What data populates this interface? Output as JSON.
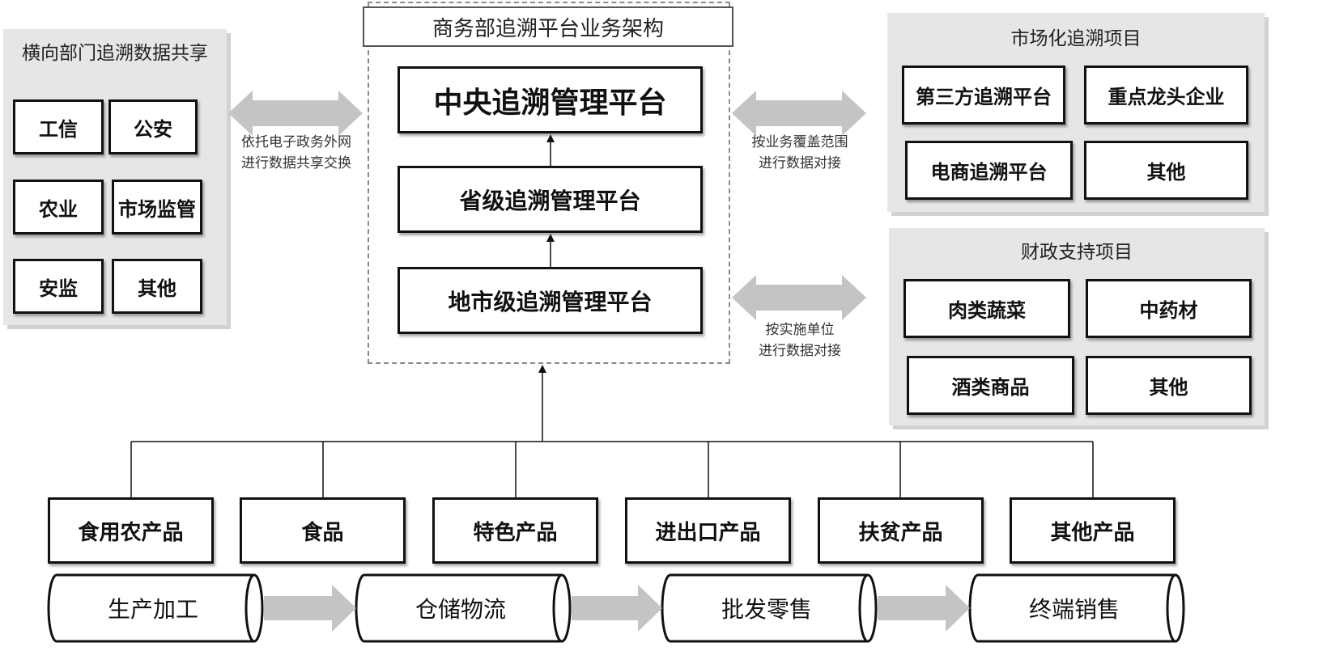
{
  "left_panel": {
    "title": "横向部门追溯数据共享",
    "items": [
      "工信",
      "公安",
      "农业",
      "市场监管",
      "安监",
      "其他"
    ]
  },
  "center": {
    "title": "商务部追溯平台业务架构",
    "central": "中央追溯管理平台",
    "provincial": "省级追溯管理平台",
    "municipal": "地市级追溯管理平台"
  },
  "right_top_panel": {
    "title": "市场化追溯项目",
    "items": [
      "第三方追溯平台",
      "重点龙头企业",
      "电商追溯平台",
      "其他"
    ]
  },
  "right_bottom_panel": {
    "title": "财政支持项目",
    "items": [
      "肉类蔬菜",
      "中药材",
      "酒类商品",
      "其他"
    ]
  },
  "connectors": {
    "left": [
      "依托电子政务外网",
      "进行数据共享交换"
    ],
    "right_top": [
      "按业务覆盖范围",
      "进行数据对接"
    ],
    "right_bottom": [
      "按实施单位",
      "进行数据对接"
    ]
  },
  "products": [
    "食用农产品",
    "食品",
    "特色产品",
    "进出口产品",
    "扶贫产品",
    "其他产品"
  ],
  "stages": [
    "生产加工",
    "仓储物流",
    "批发零售",
    "终端销售"
  ],
  "colors": {
    "panel_bg": "#e6e6e6",
    "arrow_gray": "#c4c4c4",
    "border": "#111111"
  }
}
